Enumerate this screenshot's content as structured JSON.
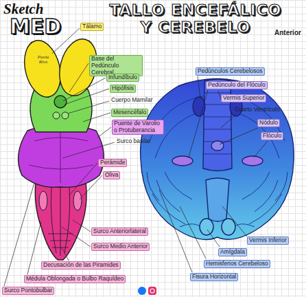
{
  "diagram": {
    "title": "TALLO ENCEFÁLICO Y CEREBELO",
    "labels": [
      "Sketch",
      "MED",
      "Anterior",
      "Paola Ríos",
      "Tálamo",
      "Base del Pedúnculo Cerebral",
      "Infundíbulo",
      "Hipófisis",
      "Cuerpo Mamilar",
      "Mesencéfalo",
      "Puente de Varolio o Protuberancia",
      "Surco basilar",
      "Perámide",
      "Oliva",
      "Surco Anteriorlateral",
      "Surco Medio Anterior",
      "Decusación de las Piramides",
      "Médula Oblongada o Bulbo Raquídeo",
      "Surco Pontobulbar",
      "Pedúnculos Cerebelosos",
      "Pedúnculo del Flóculo",
      "Vermis Superior",
      "Cuarto Ventrículo",
      "Nódulo",
      "Flóculo",
      "Vermis Inferior",
      "Amígdala",
      "Hemisferios Cerebeloso",
      "Fisura Horizontal"
    ]
  }
}
